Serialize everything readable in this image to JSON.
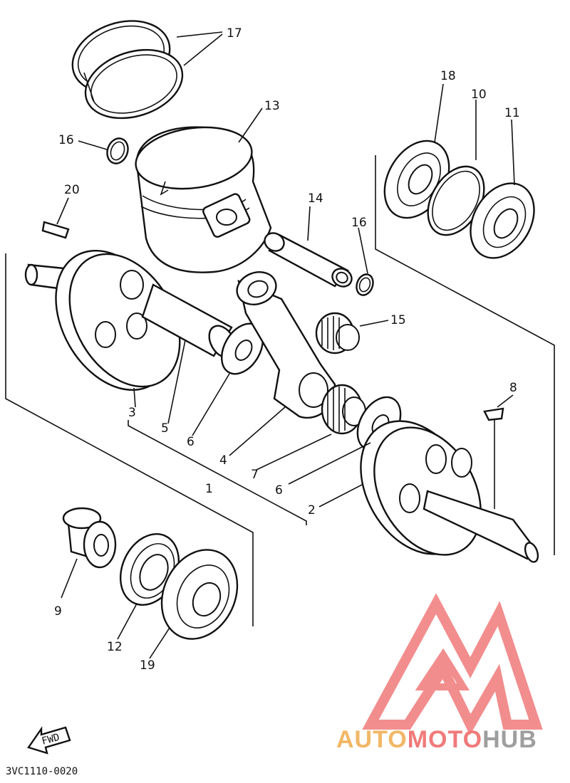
{
  "diagram": {
    "diagram_code": "3VC1110-0020",
    "fwd_label": "FWD",
    "colors": {
      "line": "#111111",
      "wm_red": "#f07a7a",
      "wm_gold": "#f2b766",
      "wm_gray": "#9e9e9e"
    },
    "labels": [
      {
        "id": "l17",
        "text": "17"
      },
      {
        "id": "l16a",
        "text": "16"
      },
      {
        "id": "l13",
        "text": "13"
      },
      {
        "id": "l18",
        "text": "18"
      },
      {
        "id": "l10",
        "text": "10"
      },
      {
        "id": "l11",
        "text": "11"
      },
      {
        "id": "l20",
        "text": "20"
      },
      {
        "id": "l14",
        "text": "14"
      },
      {
        "id": "l16b",
        "text": "16"
      },
      {
        "id": "l15",
        "text": "15"
      },
      {
        "id": "l8",
        "text": "8"
      },
      {
        "id": "l3",
        "text": "3"
      },
      {
        "id": "l5",
        "text": "5"
      },
      {
        "id": "l6a",
        "text": "6"
      },
      {
        "id": "l4",
        "text": "4"
      },
      {
        "id": "l7",
        "text": "7"
      },
      {
        "id": "l1",
        "text": "1"
      },
      {
        "id": "l6b",
        "text": "6"
      },
      {
        "id": "l2",
        "text": "2"
      },
      {
        "id": "l9",
        "text": "9"
      },
      {
        "id": "l12",
        "text": "12"
      },
      {
        "id": "l19",
        "text": "19"
      }
    ]
  },
  "watermark": {
    "part1": "AUTO",
    "part2": "MOTO",
    "part3": "HUB"
  }
}
